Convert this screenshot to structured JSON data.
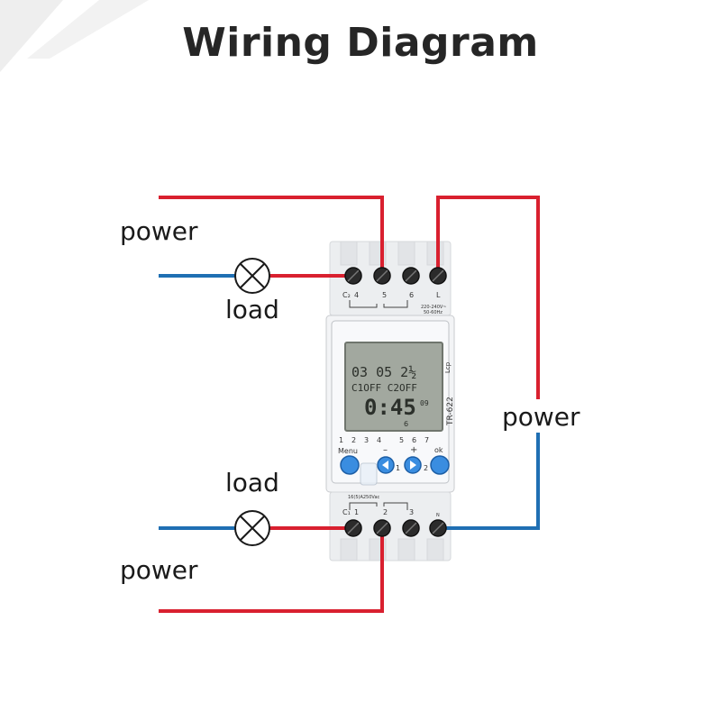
{
  "title": "Wiring Diagram",
  "labels": {
    "power_top_left": "power",
    "load_top": "load",
    "power_right": "power",
    "load_bottom": "load",
    "power_bottom_left": "power"
  },
  "device": {
    "model": "TR-622",
    "top_terminals": [
      "C₂",
      "4",
      "5",
      "6",
      "L"
    ],
    "rating_top": "220-240V~",
    "rating_top_freq": "50-60Hz",
    "display": {
      "line1": "03 05  2½",
      "line2": "C1OFF  C2OFF",
      "time": "0:45",
      "seconds": "09",
      "day_marker": "6"
    },
    "days": [
      "1",
      "2",
      "3",
      "4",
      "5",
      "6",
      "7"
    ],
    "lcp": "Lcp",
    "buttons": {
      "menu": "Menu",
      "minus": "–",
      "plus": "+",
      "ok": "ok",
      "channel1": "1",
      "channel2": "2"
    },
    "rating_bottom": "16(5)A250Vac",
    "bottom_terminals": [
      "C₁",
      "1",
      "2",
      "3",
      "N"
    ]
  },
  "colors": {
    "live_wire": "#d9202f",
    "neutral_wire": "#1f6fb3",
    "button_blue": "#3a8de0",
    "housing": "#f1f2f4",
    "lcd": "#9ea59b"
  }
}
